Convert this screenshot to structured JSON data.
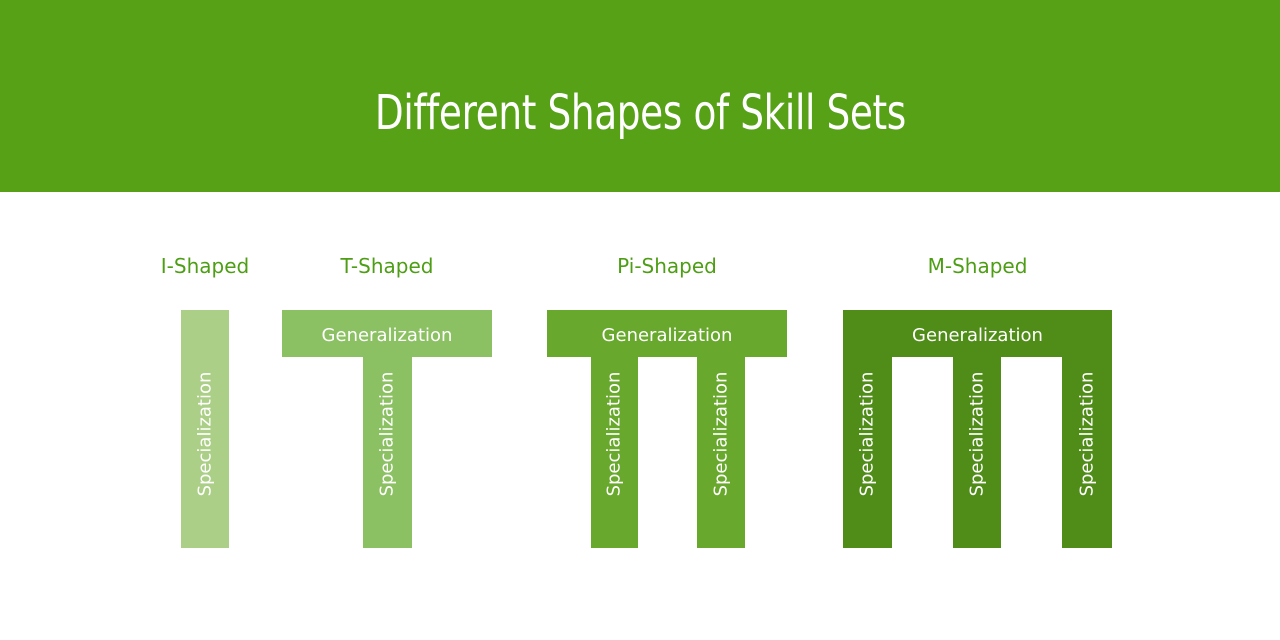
{
  "header": {
    "title": "Different Shapes of Skill Sets"
  },
  "colors": {
    "banner_background": "#57A117",
    "shape_label_text": "#4D9E14",
    "text_on_shapes": "#FFFFFF",
    "page_background": "#FFFFFF"
  },
  "shapes": [
    {
      "id": "i-shaped",
      "label": "I-Shaped",
      "color": "#ABCF87",
      "generalization": null,
      "specialization": "Specialization",
      "specialization_count": 1
    },
    {
      "id": "t-shaped",
      "label": "T-Shaped",
      "color": "#8BC063",
      "generalization": "Generalization",
      "specialization": "Specialization",
      "specialization_count": 1
    },
    {
      "id": "pi-shaped",
      "label": "Pi-Shaped",
      "color": "#68A82C",
      "generalization": "Generalization",
      "specialization": "Specialization",
      "specialization_count": 2
    },
    {
      "id": "m-shaped",
      "label": "M-Shaped",
      "color": "#4F8C18",
      "generalization": "Generalization",
      "specialization": "Specialization",
      "specialization_count": 3
    }
  ]
}
